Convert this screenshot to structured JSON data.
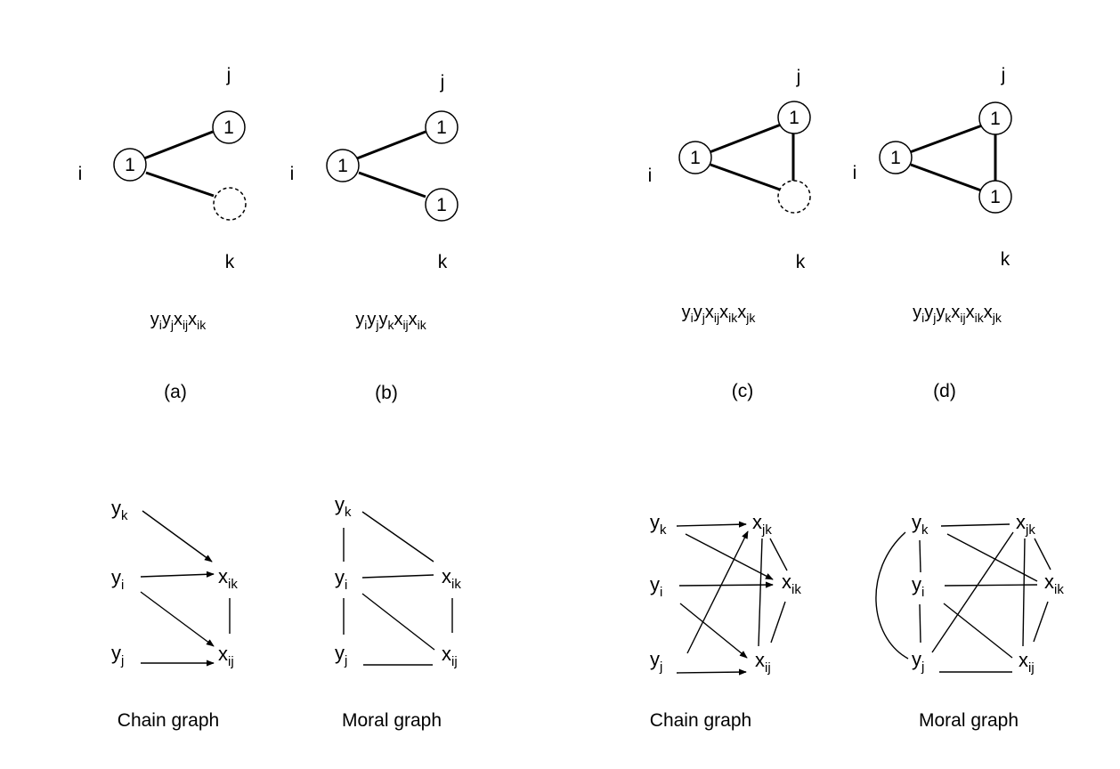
{
  "panels": [
    {
      "caption": "(a)",
      "formula": "yiyjxijxik",
      "label_i": "i",
      "label_j": "j",
      "label_k": "k",
      "node_i": "1",
      "node_j": "1",
      "node_k": ""
    },
    {
      "caption": "(b)",
      "formula": "yiyjykxijxik",
      "label_i": "i",
      "label_j": "j",
      "label_k": "k",
      "node_i": "1",
      "node_j": "1",
      "node_k": "1"
    },
    {
      "caption": "(c)",
      "formula": "yiyjxijxikxjk",
      "label_i": "i",
      "label_j": "j",
      "label_k": "k",
      "node_i": "1",
      "node_j": "1",
      "node_k": ""
    },
    {
      "caption": "(d)",
      "formula": "yiyjykxijxikxjk",
      "label_i": "i",
      "label_j": "j",
      "label_k": "k",
      "node_i": "1",
      "node_j": "1",
      "node_k": "1"
    }
  ],
  "graphs": [
    {
      "title": "Chain graph"
    },
    {
      "title": "Moral graph"
    },
    {
      "title": "Chain graph"
    },
    {
      "title": "Moral graph"
    }
  ],
  "variables": {
    "yk": {
      "base": "y",
      "sub": "k"
    },
    "yi": {
      "base": "y",
      "sub": "i"
    },
    "yj": {
      "base": "y",
      "sub": "j"
    },
    "xik": {
      "base": "x",
      "sub": "ik"
    },
    "xij": {
      "base": "x",
      "sub": "ij"
    },
    "xjk": {
      "base": "x",
      "sub": "jk"
    }
  }
}
